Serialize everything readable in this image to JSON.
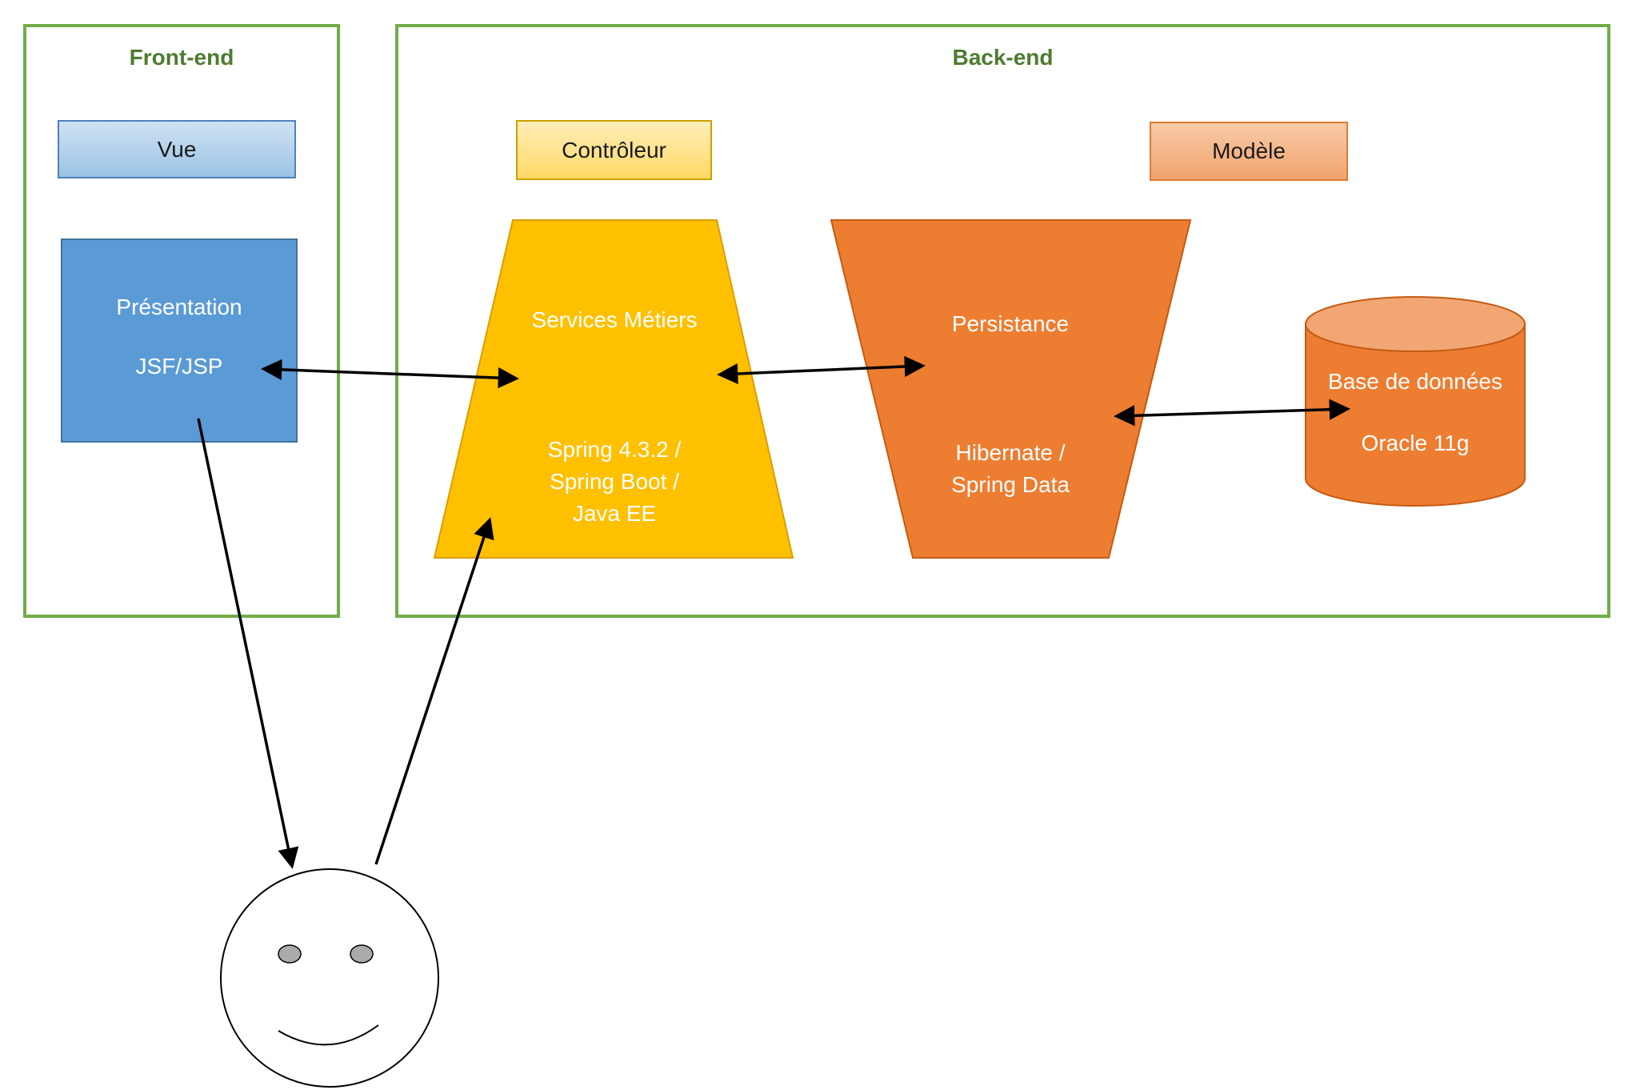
{
  "diagram": {
    "frontend": {
      "title": "Front-end",
      "vue_label": "Vue",
      "presentation": {
        "line1": "Présentation",
        "line2": "JSF/JSP"
      }
    },
    "backend": {
      "title": "Back-end",
      "controller_label": "Contrôleur",
      "model_label": "Modèle",
      "services": {
        "title": "Services Métiers",
        "stack": "Spring 4.3.2 /\nSpring Boot /\nJava EE"
      },
      "persistence": {
        "title": "Persistance",
        "stack": "Hibernate /\nSpring Data"
      },
      "database": {
        "line1": "Base de données",
        "line2": "Oracle 11g"
      }
    },
    "colors": {
      "group_border": "#70AD47",
      "group_title_text": "#4E7B31",
      "vue_fill": "#9CC3E5",
      "presentation_fill": "#5B9BD5",
      "controller_fill": "#FFD966",
      "model_fill": "#F4B183",
      "services_trapezoid_fill": "#FFC000",
      "persistence_trapezoid_fill": "#ED7D31",
      "database_fill": "#ED7D31",
      "arrow": "#000000"
    }
  }
}
